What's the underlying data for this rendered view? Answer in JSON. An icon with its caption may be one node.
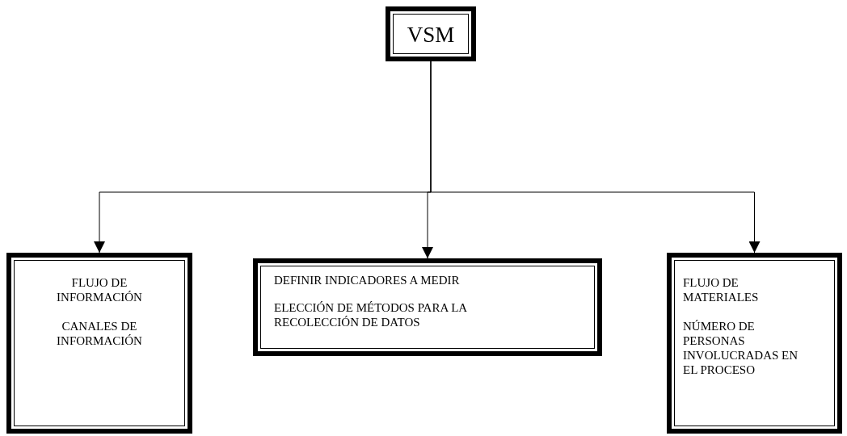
{
  "diagram": {
    "nodes": [
      {
        "text": [
          "VSM"
        ]
      },
      {
        "text": [
          "FLUJO DE INFORMACIÓN",
          "CANALES DE INFORMACIÓN"
        ]
      },
      {
        "text": [
          "DEFINIR INDICADORES A MEDIR",
          "ELECCIÓN DE MÉTODOS PARA LA RECOLECCIÓN DE DATOS"
        ]
      },
      {
        "text": [
          "FLUJO DE MATERIALES",
          "NÚMERO DE PERSONAS INVOLUCRADAS EN EL PROCESO"
        ]
      }
    ],
    "edges": [
      {
        "from": 0,
        "to": 1,
        "arrow": "to"
      },
      {
        "from": 0,
        "to": 2,
        "arrow": "to"
      },
      {
        "from": 0,
        "to": 3,
        "arrow": "to"
      }
    ]
  }
}
